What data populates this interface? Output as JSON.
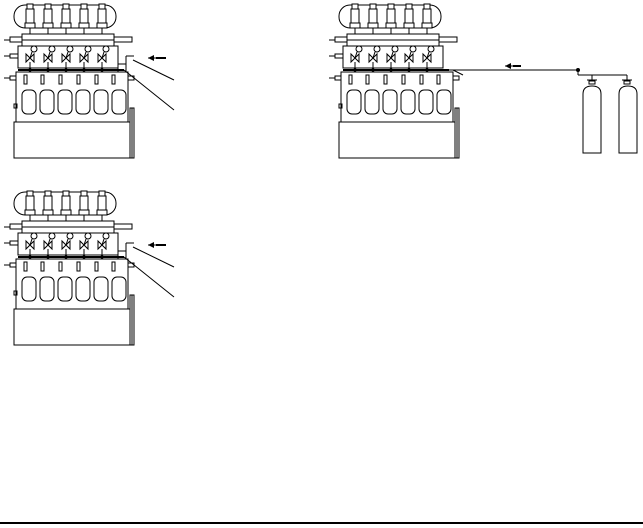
{
  "diagram": {
    "views": [
      {
        "id": "view-top-left",
        "variant": "callout",
        "cylinders": 5
      },
      {
        "id": "view-top-right",
        "variant": "gas-supply",
        "cylinders": 5,
        "gas_bottles": 2
      },
      {
        "id": "view-bottom-left",
        "variant": "callout",
        "cylinders": 5
      }
    ],
    "icons": {
      "flow_arrow": "flow-direction-arrow-icon",
      "gas_bottle": "gas-cylinder-icon",
      "valve": "bowtie-valve-icon",
      "gauge": "pressure-gauge-icon"
    },
    "colors": {
      "line": "#000000",
      "background": "#ffffff"
    }
  }
}
